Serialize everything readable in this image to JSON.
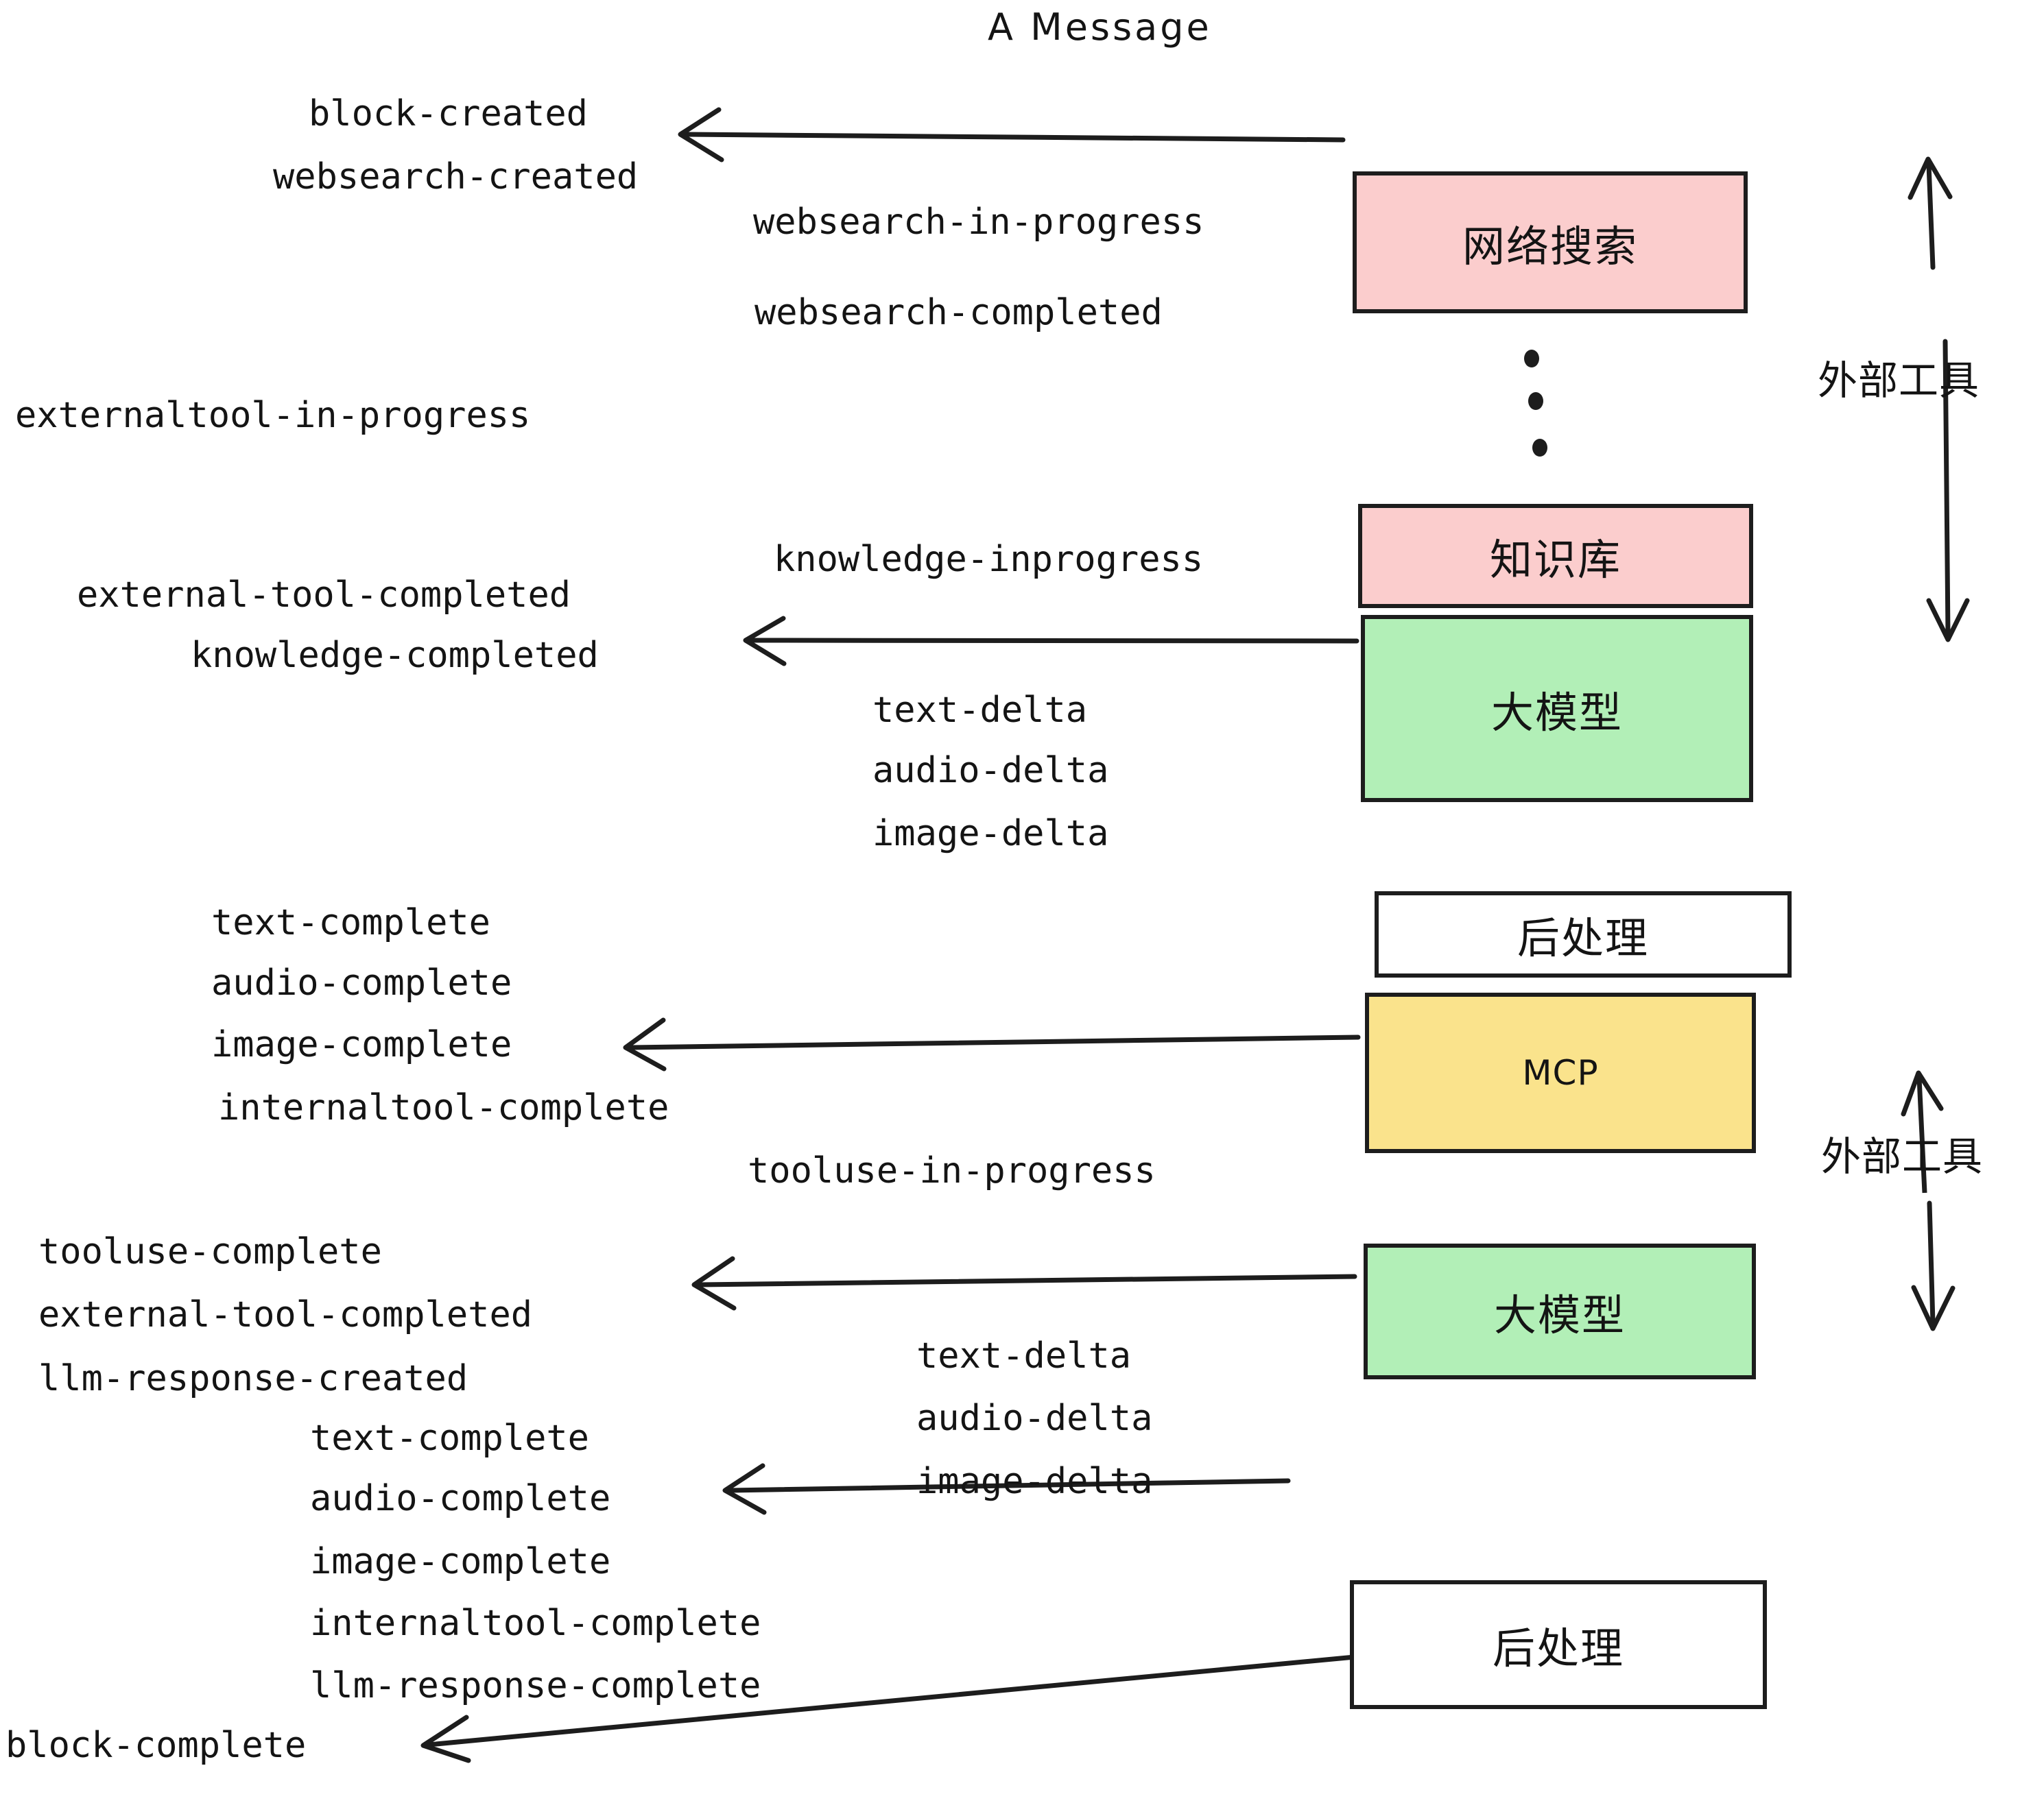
{
  "diagram": {
    "title": "A Message",
    "colors": {
      "pink": "#FBCDCD",
      "green": "#B2EFB7",
      "yellow": "#FAE38C",
      "white": "#FFFFFF",
      "stroke": "#1d1d1d",
      "text": "#141414"
    },
    "nodes": [
      {
        "id": "websearch",
        "label": "网络搜索",
        "fill": "#FBCDCD",
        "script": "cjk"
      },
      {
        "id": "knowledge",
        "label": "知识库",
        "fill": "#FBCDCD",
        "script": "cjk"
      },
      {
        "id": "llm-1",
        "label": "大模型",
        "fill": "#B2EFB7",
        "script": "cjk"
      },
      {
        "id": "postproc-1",
        "label": "后处理",
        "fill": "#FFFFFF",
        "script": "cjk"
      },
      {
        "id": "mcp",
        "label": "MCP",
        "fill": "#FAE38C",
        "script": "latin"
      },
      {
        "id": "llm-2",
        "label": "大模型",
        "fill": "#B2EFB7",
        "script": "cjk"
      },
      {
        "id": "postproc-2",
        "label": "后处理",
        "fill": "#FFFFFF",
        "script": "cjk"
      }
    ],
    "side_labels": [
      {
        "id": "external-tools-top",
        "label": "外部工具"
      },
      {
        "id": "external-tools-bottom",
        "label": "外部工具"
      }
    ],
    "events": [
      {
        "id": "e01",
        "text": "block-created"
      },
      {
        "id": "e02",
        "text": "websearch-created"
      },
      {
        "id": "e03",
        "text": "websearch-in-progress"
      },
      {
        "id": "e04",
        "text": "websearch-completed"
      },
      {
        "id": "e05",
        "text": "externaltool-in-progress"
      },
      {
        "id": "e06",
        "text": "knowledge-inprogress"
      },
      {
        "id": "e07",
        "text": "external-tool-completed"
      },
      {
        "id": "e08",
        "text": "knowledge-completed"
      },
      {
        "id": "e09",
        "text": "text-delta"
      },
      {
        "id": "e10",
        "text": "audio-delta"
      },
      {
        "id": "e11",
        "text": "image-delta"
      },
      {
        "id": "e12",
        "text": "text-complete"
      },
      {
        "id": "e13",
        "text": "audio-complete"
      },
      {
        "id": "e14",
        "text": "image-complete"
      },
      {
        "id": "e15",
        "text": "internaltool-complete"
      },
      {
        "id": "e16",
        "text": "tooluse-in-progress"
      },
      {
        "id": "e17",
        "text": "tooluse-complete"
      },
      {
        "id": "e18",
        "text": "external-tool-completed"
      },
      {
        "id": "e19",
        "text": "llm-response-created"
      },
      {
        "id": "e20",
        "text": "text-complete"
      },
      {
        "id": "e21",
        "text": "audio-delta"
      },
      {
        "id": "e22",
        "text": "text-delta"
      },
      {
        "id": "e23",
        "text": "image-delta"
      },
      {
        "id": "e24",
        "text": "audio-complete"
      },
      {
        "id": "e25",
        "text": "image-complete"
      },
      {
        "id": "e26",
        "text": "internaltool-complete"
      },
      {
        "id": "e27",
        "text": "llm-response-complete"
      },
      {
        "id": "e28",
        "text": "block-complete"
      }
    ],
    "ellipsis_dots": 3
  }
}
